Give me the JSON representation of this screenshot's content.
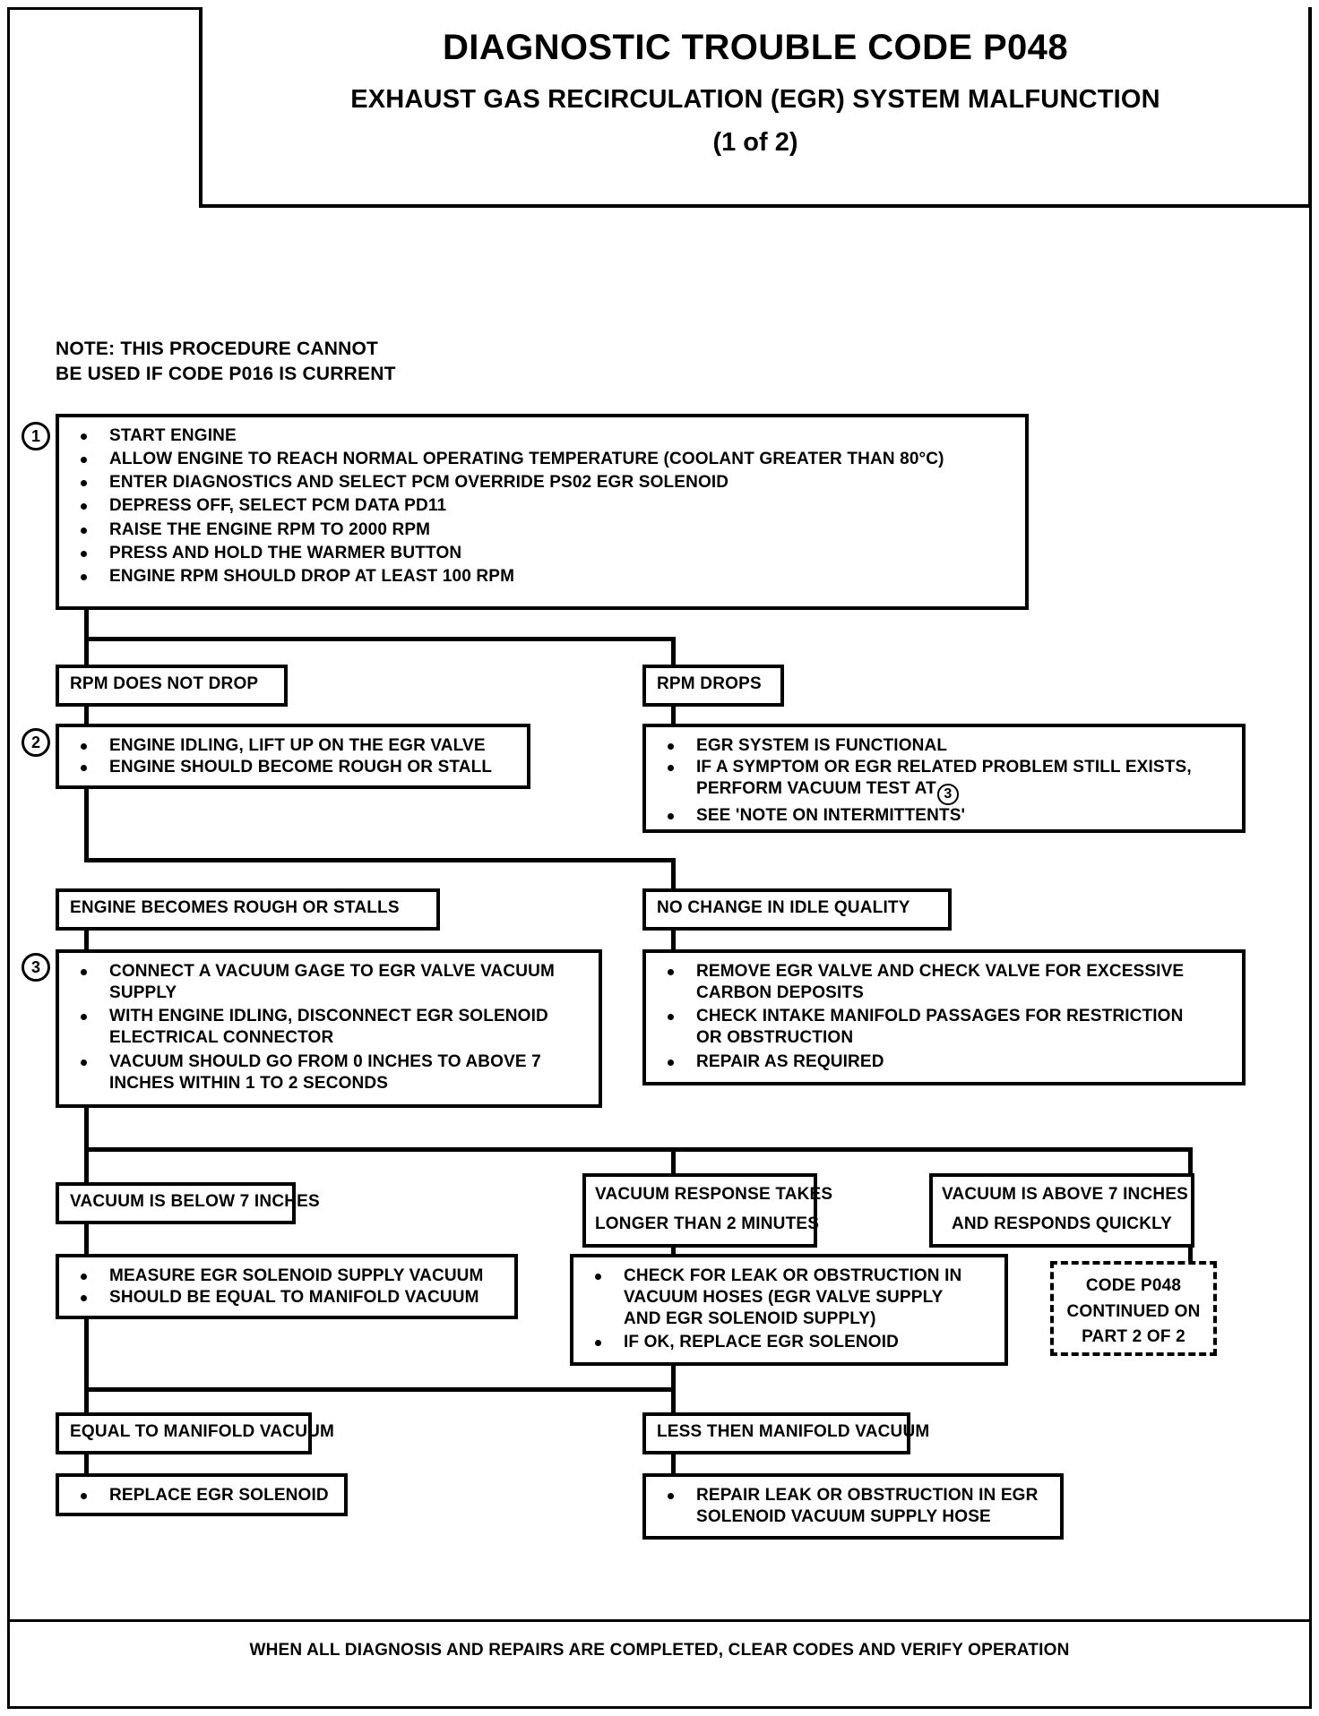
{
  "title": {
    "main": "DIAGNOSTIC TROUBLE CODE P048",
    "sub": "EXHAUST GAS RECIRCULATION (EGR) SYSTEM MALFUNCTION",
    "part": "(1 of 2)"
  },
  "note": {
    "line1": "NOTE: THIS PROCEDURE CANNOT",
    "line2": "BE USED IF CODE P016 IS CURRENT"
  },
  "steps": {
    "one": "1",
    "two": "2",
    "three": "3",
    "three_inline": "3"
  },
  "step1": {
    "bullets": [
      "START ENGINE",
      "ALLOW ENGINE TO REACH NORMAL OPERATING TEMPERATURE (COOLANT GREATER THAN 80°C)",
      "ENTER DIAGNOSTICS AND SELECT PCM OVERRIDE PS02 EGR SOLENOID",
      "DEPRESS OFF, SELECT PCM DATA PD11",
      "RAISE THE ENGINE RPM TO 2000 RPM",
      "PRESS AND HOLD THE WARMER BUTTON",
      "ENGINE RPM SHOULD DROP AT LEAST 100 RPM"
    ]
  },
  "branch1": {
    "left_label": "RPM DOES NOT DROP",
    "right_label": "RPM DROPS"
  },
  "step2": {
    "bullets": [
      "ENGINE IDLING, LIFT UP ON THE EGR VALVE",
      "ENGINE SHOULD BECOME ROUGH OR STALL"
    ]
  },
  "rpm_drops_box": {
    "bullet1": "EGR SYSTEM IS FUNCTIONAL",
    "bullet2_line1": "IF A SYMPTOM OR EGR RELATED PROBLEM STILL EXISTS,",
    "bullet2_line2": "PERFORM VACUUM TEST AT",
    "bullet3": "SEE 'NOTE ON INTERMITTENTS'"
  },
  "branch2": {
    "left_label": "ENGINE BECOMES ROUGH OR STALLS",
    "right_label": "NO CHANGE IN IDLE QUALITY"
  },
  "step3": {
    "bullets": [
      "CONNECT A VACUUM GAGE TO EGR VALVE VACUUM\nSUPPLY",
      "WITH ENGINE IDLING, DISCONNECT EGR SOLENOID\nELECTRICAL CONNECTOR",
      "VACUUM SHOULD GO FROM 0 INCHES TO ABOVE 7\nINCHES WITHIN 1 TO 2 SECONDS"
    ]
  },
  "no_change_box": {
    "bullets": [
      "REMOVE EGR VALVE AND CHECK VALVE FOR EXCESSIVE\nCARBON DEPOSITS",
      "CHECK INTAKE MANIFOLD PASSAGES FOR RESTRICTION\nOR OBSTRUCTION",
      "REPAIR AS REQUIRED"
    ]
  },
  "branch3": {
    "left_label": "VACUUM IS BELOW 7 INCHES",
    "middle_line1": "VACUUM RESPONSE TAKES",
    "middle_line2": "LONGER THAN 2 MINUTES",
    "right_line1": "VACUUM IS ABOVE 7 INCHES",
    "right_line2": "AND RESPONDS QUICKLY"
  },
  "below7_box": {
    "bullets": [
      "MEASURE EGR SOLENOID SUPPLY VACUUM",
      "SHOULD BE EQUAL TO MANIFOLD VACUUM"
    ]
  },
  "slow_box": {
    "bullets": [
      "CHECK FOR LEAK OR OBSTRUCTION IN\nVACUUM HOSES (EGR VALVE SUPPLY\nAND EGR SOLENOID SUPPLY)",
      "IF OK, REPLACE EGR SOLENOID"
    ]
  },
  "continued_box": {
    "line1": "CODE P048",
    "line2": "CONTINUED ON",
    "line3": "PART 2 OF 2"
  },
  "branch4": {
    "left_label": "EQUAL TO MANIFOLD VACUUM",
    "right_label": "LESS THEN MANIFOLD VACUUM"
  },
  "final_left": {
    "bullet": "REPLACE EGR SOLENOID"
  },
  "final_right": {
    "bullet": "REPAIR LEAK OR OBSTRUCTION IN EGR\nSOLENOID VACUUM SUPPLY HOSE"
  },
  "footer": {
    "text": "WHEN ALL DIAGNOSIS AND REPAIRS ARE COMPLETED, CLEAR CODES AND VERIFY OPERATION"
  }
}
